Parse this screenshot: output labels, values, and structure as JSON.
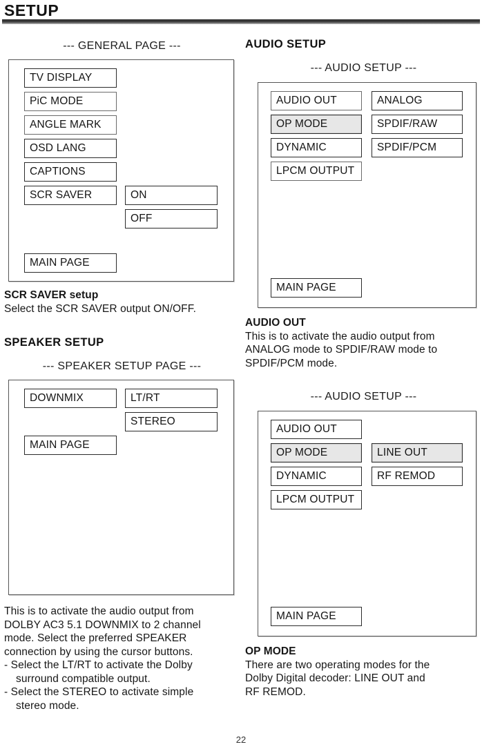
{
  "header": {
    "title": "SETUP"
  },
  "page_number": "22",
  "left_column": {
    "general_page": {
      "caption": "--- GENERAL PAGE ---",
      "menu_items": [
        "TV DISPLAY",
        "PiC MODE",
        "ANGLE MARK",
        "OSD LANG",
        "CAPTIONS",
        "SCR SAVER"
      ],
      "options": [
        "ON",
        "OFF"
      ],
      "main_page_label": "MAIN PAGE"
    },
    "scr_saver": {
      "heading": "SCR SAVER setup",
      "description": "Select the SCR SAVER output ON/OFF."
    },
    "speaker_setup": {
      "heading": "SPEAKER SETUP",
      "caption": "--- SPEAKER SETUP PAGE ---",
      "menu_items": [
        "DOWNMIX"
      ],
      "options": [
        "LT/RT",
        "STEREO"
      ],
      "main_page_label": "MAIN PAGE",
      "description_lines": [
        "This is to activate the audio output from",
        "DOLBY AC3 5.1 DOWNMIX to 2 channel",
        "mode.  Select the preferred SPEAKER",
        "connection by using the cursor buttons."
      ],
      "bullets": [
        {
          "first": "-  Select the LT/RT to activate the Dolby",
          "rest": "surround compatible output."
        },
        {
          "first": "-  Select the STEREO to activate simple",
          "rest": "stereo mode."
        }
      ]
    }
  },
  "right_column": {
    "audio_setup": {
      "heading": "AUDIO SETUP",
      "caption": "--- AUDIO SETUP ---",
      "menu_items": [
        "AUDIO OUT",
        "OP MODE",
        "DYNAMIC",
        "LPCM OUTPUT"
      ],
      "options": [
        "ANALOG",
        "SPDIF/RAW",
        "SPDIF/PCM"
      ],
      "main_page_label": "MAIN PAGE"
    },
    "audio_out": {
      "heading": "AUDIO OUT",
      "description_lines": [
        "This is to activate the audio output from",
        "ANALOG mode to SPDIF/RAW mode to",
        "SPDIF/PCM mode."
      ]
    },
    "audio_setup_2": {
      "caption": "--- AUDIO SETUP ---",
      "menu_items": [
        "AUDIO OUT",
        "OP MODE",
        "DYNAMIC",
        "LPCM OUTPUT"
      ],
      "options": [
        "LINE OUT",
        "RF REMOD"
      ],
      "main_page_label": "MAIN PAGE"
    },
    "op_mode": {
      "heading": "OP MODE",
      "description_lines": [
        "There are two operating modes for the",
        "Dolby Digital decoder:  LINE OUT and",
        "RF REMOD."
      ]
    }
  }
}
